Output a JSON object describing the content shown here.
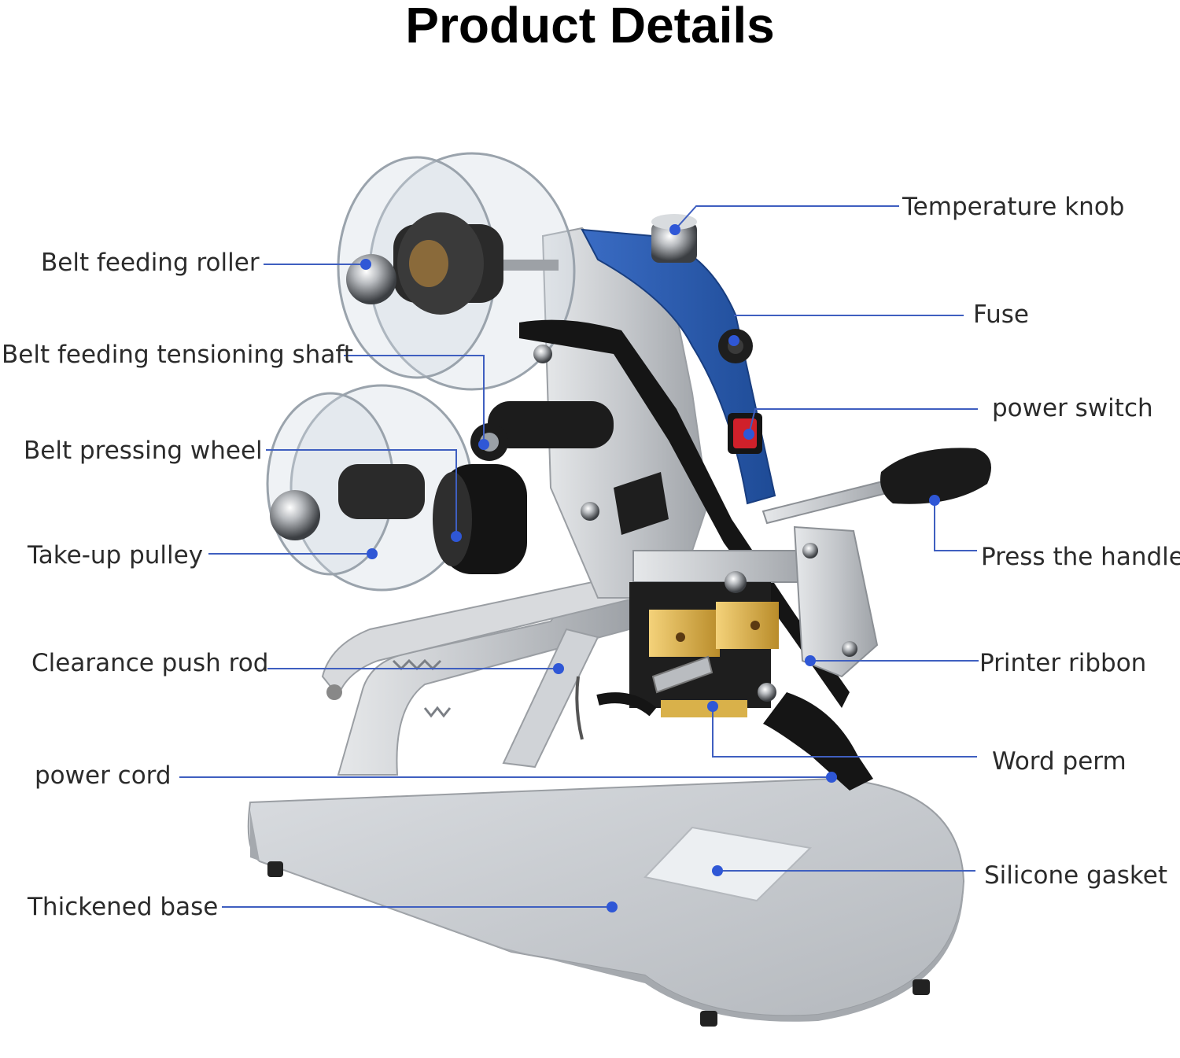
{
  "title": "Product Details",
  "colors": {
    "callout_line": "#3f5fc0",
    "callout_dot": "#2f57d6",
    "machine_body": "#c9ccd1",
    "control_panel": "#2e5bb0",
    "ribbon": "#1a1a1a"
  },
  "labels": {
    "belt_feeding_roller": "Belt feeding roller",
    "belt_feeding_tensioning_shaft": "Belt feeding tensioning shaft",
    "belt_pressing_wheel": "Belt pressing wheel",
    "take_up_pulley": "Take-up pulley",
    "clearance_push_rod": "Clearance push rod",
    "power_cord": "power cord",
    "thickened_base": "Thickened base",
    "temperature_knob": "Temperature knob",
    "fuse": "Fuse",
    "power_switch": "power switch",
    "press_the_handle": "Press the handle",
    "printer_ribbon": "Printer ribbon",
    "word_perm": "Word perm",
    "silicone_gasket": "Silicone gasket"
  }
}
